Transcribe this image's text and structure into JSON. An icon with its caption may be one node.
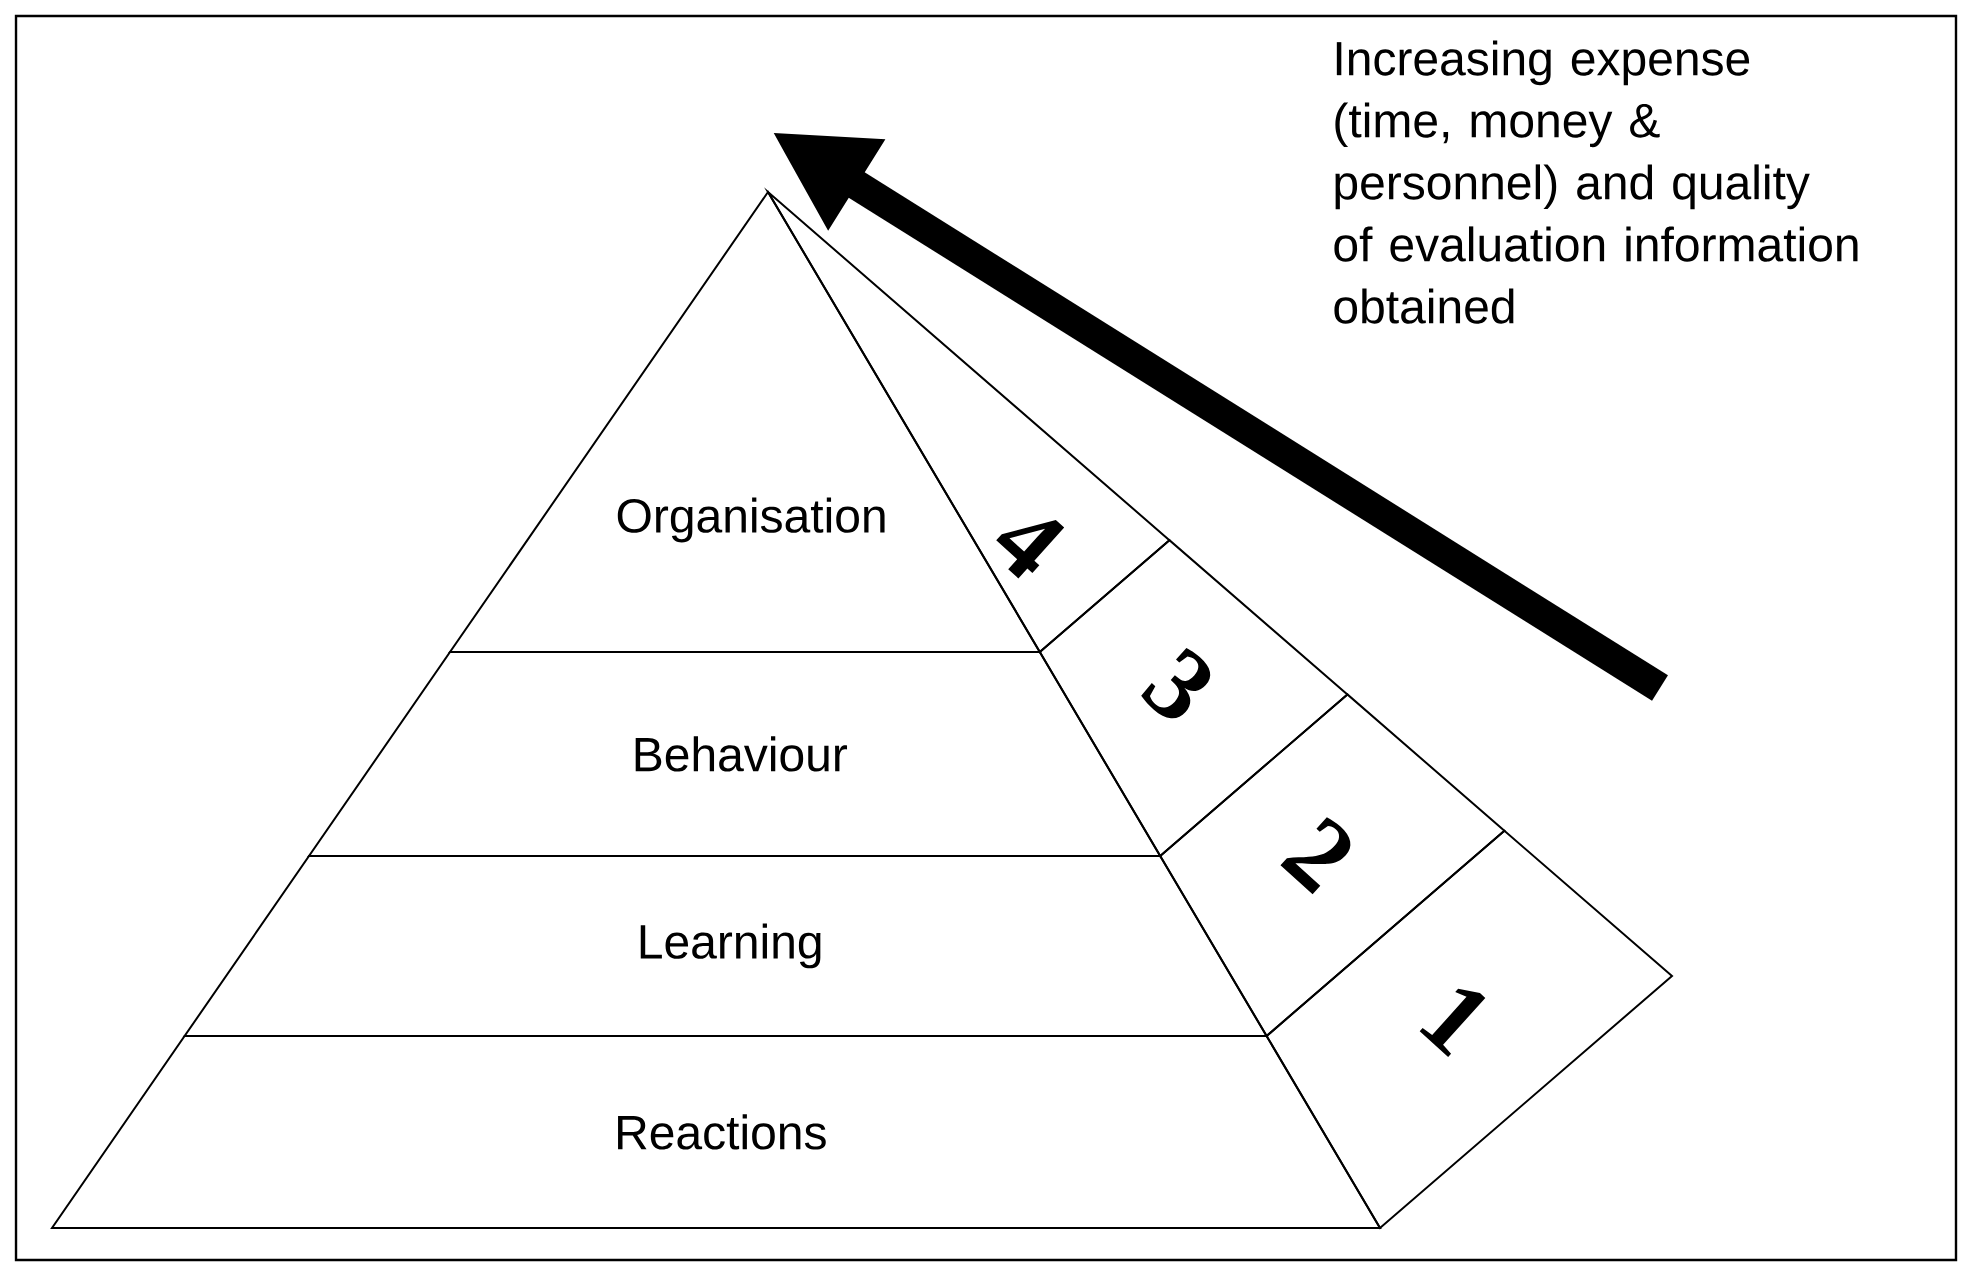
{
  "diagram": {
    "nodes": [
      {
        "text": [
          "Organisation"
        ]
      },
      {
        "text": [
          "Behaviour"
        ]
      },
      {
        "text": [
          "Learning"
        ]
      },
      {
        "text": [
          "Reactions"
        ]
      },
      {
        "text": [
          "4"
        ]
      },
      {
        "text": [
          "3"
        ]
      },
      {
        "text": [
          "2"
        ]
      },
      {
        "text": [
          "1"
        ]
      }
    ],
    "labels": [
      "Increasing expense (time, money & personnel) and quality of evaluation information obtained"
    ]
  }
}
